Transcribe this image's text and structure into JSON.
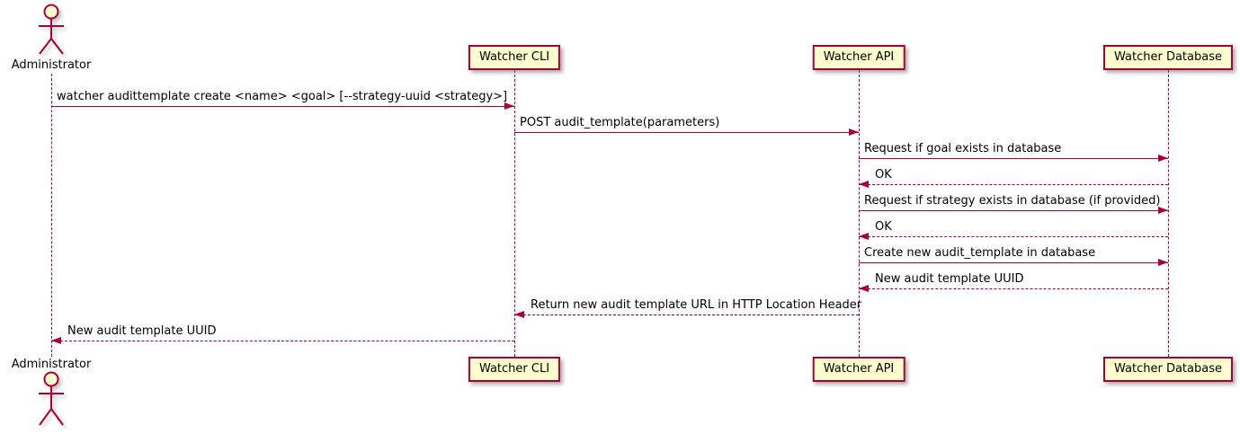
{
  "diagram_type": "uml-sequence",
  "colors": {
    "participant_fill": "#FEFECE",
    "stroke": "#A80036",
    "text": "#000000",
    "background": "#FFFFFF"
  },
  "actor": {
    "top_label": "Administrator",
    "bottom_label": "Administrator"
  },
  "participants": [
    {
      "label": "Watcher CLI"
    },
    {
      "label": "Watcher API"
    },
    {
      "label": "Watcher Database"
    }
  ],
  "messages": [
    {
      "from": "Administrator",
      "to": "Watcher CLI",
      "line": "solid",
      "direction": "right",
      "text": "watcher audittemplate create <name> <goal> [--strategy-uuid <strategy>]"
    },
    {
      "from": "Watcher CLI",
      "to": "Watcher API",
      "line": "solid",
      "direction": "right",
      "text": "POST audit_template(parameters)"
    },
    {
      "from": "Watcher API",
      "to": "Watcher Database",
      "line": "solid",
      "direction": "right",
      "text": "Request if goal exists in database"
    },
    {
      "from": "Watcher Database",
      "to": "Watcher API",
      "line": "dotted",
      "direction": "left",
      "text": "OK"
    },
    {
      "from": "Watcher API",
      "to": "Watcher Database",
      "line": "solid",
      "direction": "right",
      "text": "Request if strategy exists in database (if provided)"
    },
    {
      "from": "Watcher Database",
      "to": "Watcher API",
      "line": "dotted",
      "direction": "left",
      "text": "OK"
    },
    {
      "from": "Watcher API",
      "to": "Watcher Database",
      "line": "solid",
      "direction": "right",
      "text": "Create new audit_template in database"
    },
    {
      "from": "Watcher Database",
      "to": "Watcher API",
      "line": "dotted",
      "direction": "left",
      "text": "New audit template UUID"
    },
    {
      "from": "Watcher API",
      "to": "Watcher CLI",
      "line": "dotted",
      "direction": "left",
      "text": "Return new audit template URL in HTTP Location Header"
    },
    {
      "from": "Watcher CLI",
      "to": "Administrator",
      "line": "dotted",
      "direction": "left",
      "text": "New audit template UUID"
    }
  ]
}
